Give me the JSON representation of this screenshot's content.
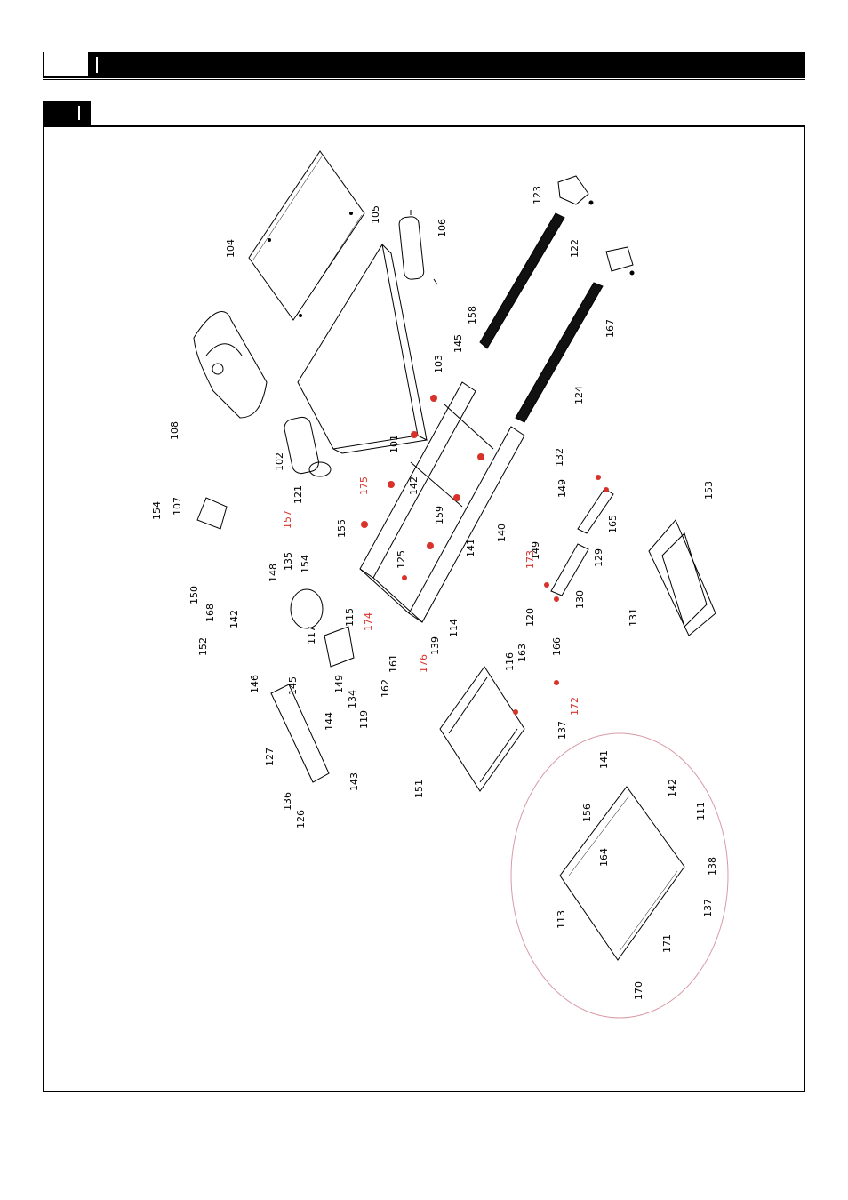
{
  "header": {
    "tab_label": "",
    "title": ""
  },
  "section": {
    "label": ""
  },
  "colors": {
    "highlight": "#d8322a",
    "ink": "#000000"
  },
  "labels": {
    "l101": "101",
    "l102": "102",
    "l103": "103",
    "l104": "104",
    "l105": "105",
    "l106": "106",
    "l107": "107",
    "l108": "108",
    "l111": "111",
    "l113": "113",
    "l114": "114",
    "l115": "115",
    "l116": "116",
    "l117": "117",
    "l119": "119",
    "l120": "120",
    "l121": "121",
    "l122": "122",
    "l123": "123",
    "l124": "124",
    "l125": "125",
    "l126": "126",
    "l127": "127",
    "l129": "129",
    "l130": "130",
    "l131": "131",
    "l132": "132",
    "l134": "134",
    "l135": "135",
    "l136": "136",
    "l137a": "137",
    "l137b": "137",
    "l138": "138",
    "l139": "139",
    "l140": "140",
    "l141a": "141",
    "l141b": "141",
    "l142a": "142",
    "l142b": "142",
    "l142c": "142",
    "l143": "143",
    "l144": "144",
    "l145a": "145",
    "l145b": "145",
    "l146": "146",
    "l148": "148",
    "l149a": "149",
    "l149b": "149",
    "l149c": "149",
    "l150": "150",
    "l151": "151",
    "l152": "152",
    "l153": "153",
    "l154a": "154",
    "l154b": "154",
    "l155": "155",
    "l156": "156",
    "l157": "157",
    "l158": "158",
    "l159": "159",
    "l161": "161",
    "l162": "162",
    "l163": "163",
    "l164": "164",
    "l165": "165",
    "l166": "166",
    "l167": "167",
    "l168": "168",
    "l170": "170",
    "l171": "171",
    "l172": "172",
    "l173": "173",
    "l174": "174",
    "l175": "175",
    "l176": "176"
  }
}
